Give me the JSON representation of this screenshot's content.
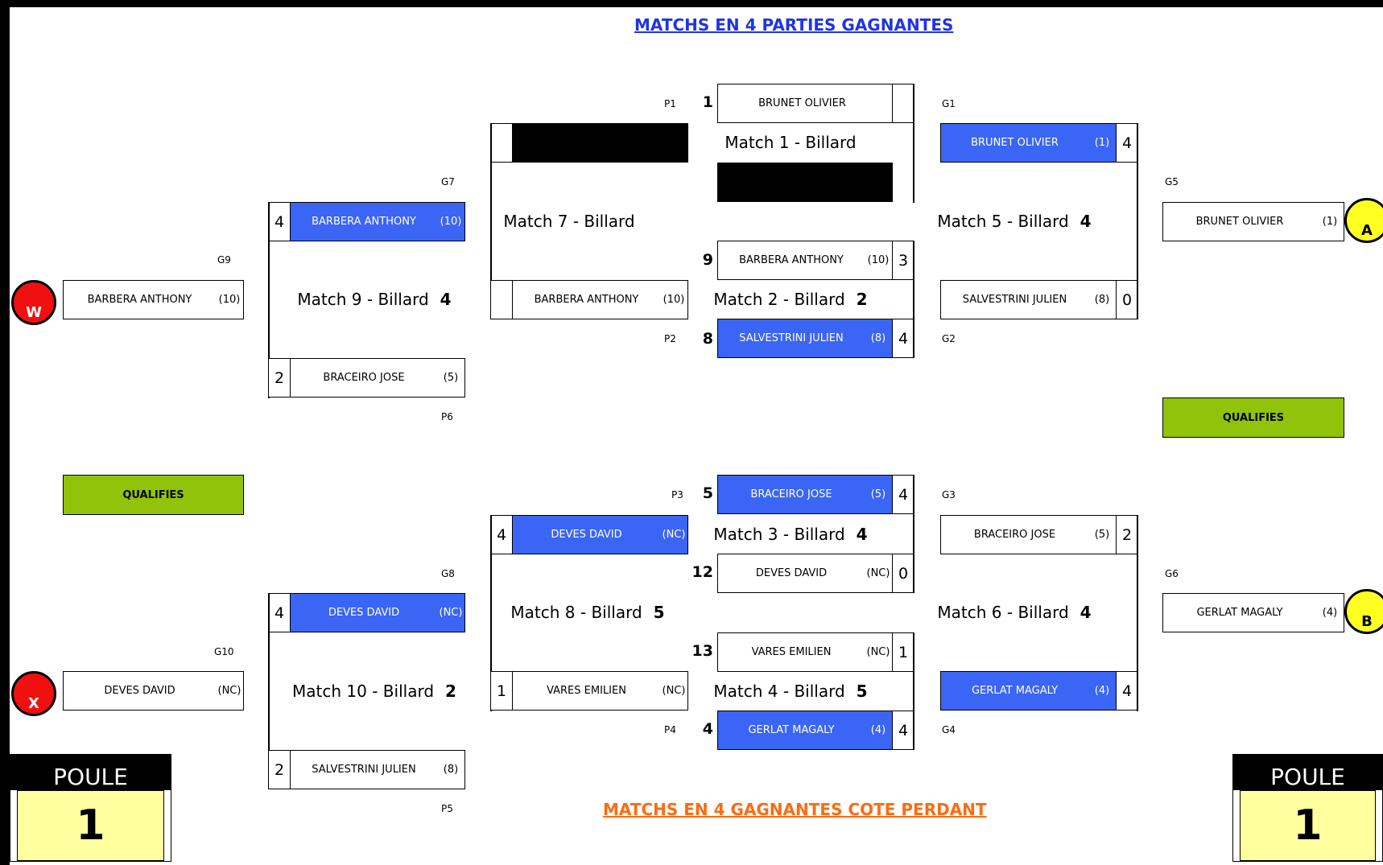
{
  "titles": {
    "top": "MATCHS EN 4 PARTIES GAGNANTES",
    "bottom": "MATCHS EN 4 GAGNANTES COTE PERDANT"
  },
  "labels": {
    "p1": "P1",
    "p2": "P2",
    "p3": "P3",
    "p4": "P4",
    "p5": "P5",
    "p6": "P6",
    "g1": "G1",
    "g2": "G2",
    "g3": "G3",
    "g4": "G4",
    "g5": "G5",
    "g6": "G6",
    "g7": "G7",
    "g8": "G8",
    "g9": "G9",
    "g10": "G10"
  },
  "seeds": {
    "s1": "1",
    "s9": "9",
    "s8": "8",
    "s5": "5",
    "s12": "12",
    "s13": "13",
    "s4": "4"
  },
  "matches": {
    "m1": {
      "label": "Match 1 - Billard",
      "table": ""
    },
    "m2": {
      "label": "Match 2 - Billard",
      "table": "2"
    },
    "m3": {
      "label": "Match 3 - Billard",
      "table": "4"
    },
    "m4": {
      "label": "Match 4 - Billard",
      "table": "5"
    },
    "m5": {
      "label": "Match 5 - Billard",
      "table": "4"
    },
    "m6": {
      "label": "Match 6 - Billard",
      "table": "4"
    },
    "m7": {
      "label": "Match 7 - Billard",
      "table": ""
    },
    "m8": {
      "label": "Match 8 - Billard",
      "table": "5"
    },
    "m9": {
      "label": "Match 9 - Billard",
      "table": "4"
    },
    "m10": {
      "label": "Match 10 - Billard",
      "table": "2"
    }
  },
  "players": {
    "m1_top": {
      "name": "BRUNET OLIVIER",
      "rank": "(1)",
      "score": ""
    },
    "m2_top": {
      "name": "BARBERA ANTHONY",
      "rank": "(10)",
      "score": "3"
    },
    "m2_bot": {
      "name": "SALVESTRINI JULIEN",
      "rank": "(8)",
      "score": "4"
    },
    "m3_top": {
      "name": "BRACEIRO JOSE",
      "rank": "(5)",
      "score": "4"
    },
    "m3_bot": {
      "name": "DEVES DAVID",
      "rank": "(NC)",
      "score": "0"
    },
    "m4_top": {
      "name": "VARES EMILIEN",
      "rank": "(NC)",
      "score": "1"
    },
    "m4_bot": {
      "name": "GERLAT MAGALY",
      "rank": "(4)",
      "score": "4"
    },
    "m5_top": {
      "name": "BRUNET OLIVIER",
      "rank": "(1)",
      "score": "4"
    },
    "m5_bot": {
      "name": "SALVESTRINI JULIEN",
      "rank": "(8)",
      "score": "0"
    },
    "m6_top": {
      "name": "BRACEIRO JOSE",
      "rank": "(5)",
      "score": "2"
    },
    "m6_bot": {
      "name": "GERLAT MAGALY",
      "rank": "(4)",
      "score": "4"
    },
    "m7_bot": {
      "name": "BARBERA ANTHONY",
      "rank": "(10)",
      "score": ""
    },
    "m8_top": {
      "name": "DEVES DAVID",
      "rank": "(NC)",
      "score": "4"
    },
    "m8_bot": {
      "name": "VARES EMILIEN",
      "rank": "(NC)",
      "score": "1"
    },
    "m9_top": {
      "name": "BARBERA ANTHONY",
      "rank": "(10)",
      "score": "4"
    },
    "m9_bot": {
      "name": "BRACEIRO JOSE",
      "rank": "(5)",
      "score": "2"
    },
    "m10_top": {
      "name": "DEVES DAVID",
      "rank": "(NC)",
      "score": "4"
    },
    "m10_bot": {
      "name": "SALVESTRINI JULIEN",
      "rank": "(8)",
      "score": "2"
    },
    "w": {
      "name": "BARBERA ANTHONY",
      "rank": "(10)"
    },
    "x": {
      "name": "DEVES DAVID",
      "rank": "(NC)"
    },
    "a": {
      "name": "BRUNET OLIVIER",
      "rank": "(1)"
    },
    "b": {
      "name": "GERLAT MAGALY",
      "rank": "(4)"
    }
  },
  "qualifies": {
    "left": "QUALIFIES",
    "right": "QUALIFIES"
  },
  "circles": {
    "w": "W",
    "x": "X",
    "a": "A",
    "b": "B"
  },
  "poule": {
    "label": "POULE",
    "value": "1"
  },
  "colors": {
    "winner_fill": "#3a65f5",
    "qualifies_fill": "#90c30a",
    "poule_value_fill": "#ffffa0",
    "circle_red": "#f01010",
    "circle_yellow": "#ffff22",
    "title_top": "#1f34e6",
    "title_bottom": "#ff6a10"
  }
}
